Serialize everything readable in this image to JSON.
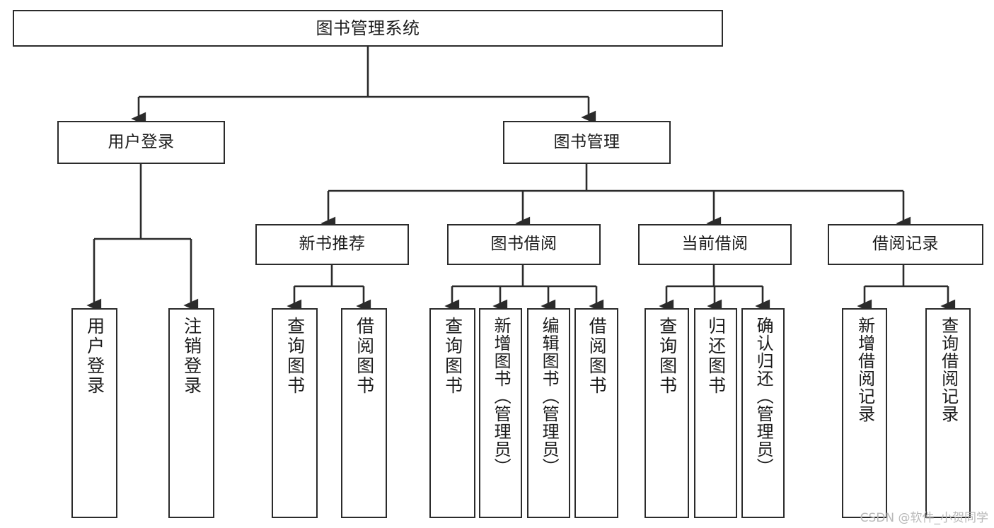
{
  "diagram": {
    "title": "图书管理系统",
    "type": "tree",
    "orientation": "top-down",
    "stroke_color": "#2b2b2b",
    "fill_color": "#ffffff",
    "text_color": "#1c1c1c",
    "nodes": {
      "root": {
        "label": "图书管理系统"
      },
      "level2": [
        {
          "id": "user-login",
          "label": "用户登录"
        },
        {
          "id": "book-manage",
          "label": "图书管理"
        }
      ],
      "level3": [
        {
          "id": "new-book-recommend",
          "label": "新书推荐"
        },
        {
          "id": "book-borrow",
          "label": "图书借阅"
        },
        {
          "id": "current-borrow",
          "label": "当前借阅"
        },
        {
          "id": "borrow-record",
          "label": "借阅记录"
        }
      ],
      "leaves": {
        "user-login": [
          {
            "id": "leaf-user-login",
            "label": "用户登录"
          },
          {
            "id": "leaf-logout",
            "label": "注销登录"
          }
        ],
        "new-book-recommend": [
          {
            "id": "leaf-query-book-1",
            "label": "查询图书"
          },
          {
            "id": "leaf-borrow-book-1",
            "label": "借阅图书"
          }
        ],
        "book-borrow": [
          {
            "id": "leaf-query-book-2",
            "label": "查询图书"
          },
          {
            "id": "leaf-add-book",
            "label": "新增图书（管理员）"
          },
          {
            "id": "leaf-edit-book",
            "label": "编辑图书（管理员）"
          },
          {
            "id": "leaf-borrow-book-2",
            "label": "借阅图书"
          }
        ],
        "current-borrow": [
          {
            "id": "leaf-query-book-3",
            "label": "查询图书"
          },
          {
            "id": "leaf-return-book",
            "label": "归还图书"
          },
          {
            "id": "leaf-confirm-return",
            "label": "确认归还（管理员）"
          }
        ],
        "borrow-record": [
          {
            "id": "leaf-add-record",
            "label": "新增借阅记录"
          },
          {
            "id": "leaf-query-record",
            "label": "查询借阅记录"
          }
        ]
      }
    }
  },
  "watermark": {
    "text": "CSDN @软件_小贺同学"
  }
}
